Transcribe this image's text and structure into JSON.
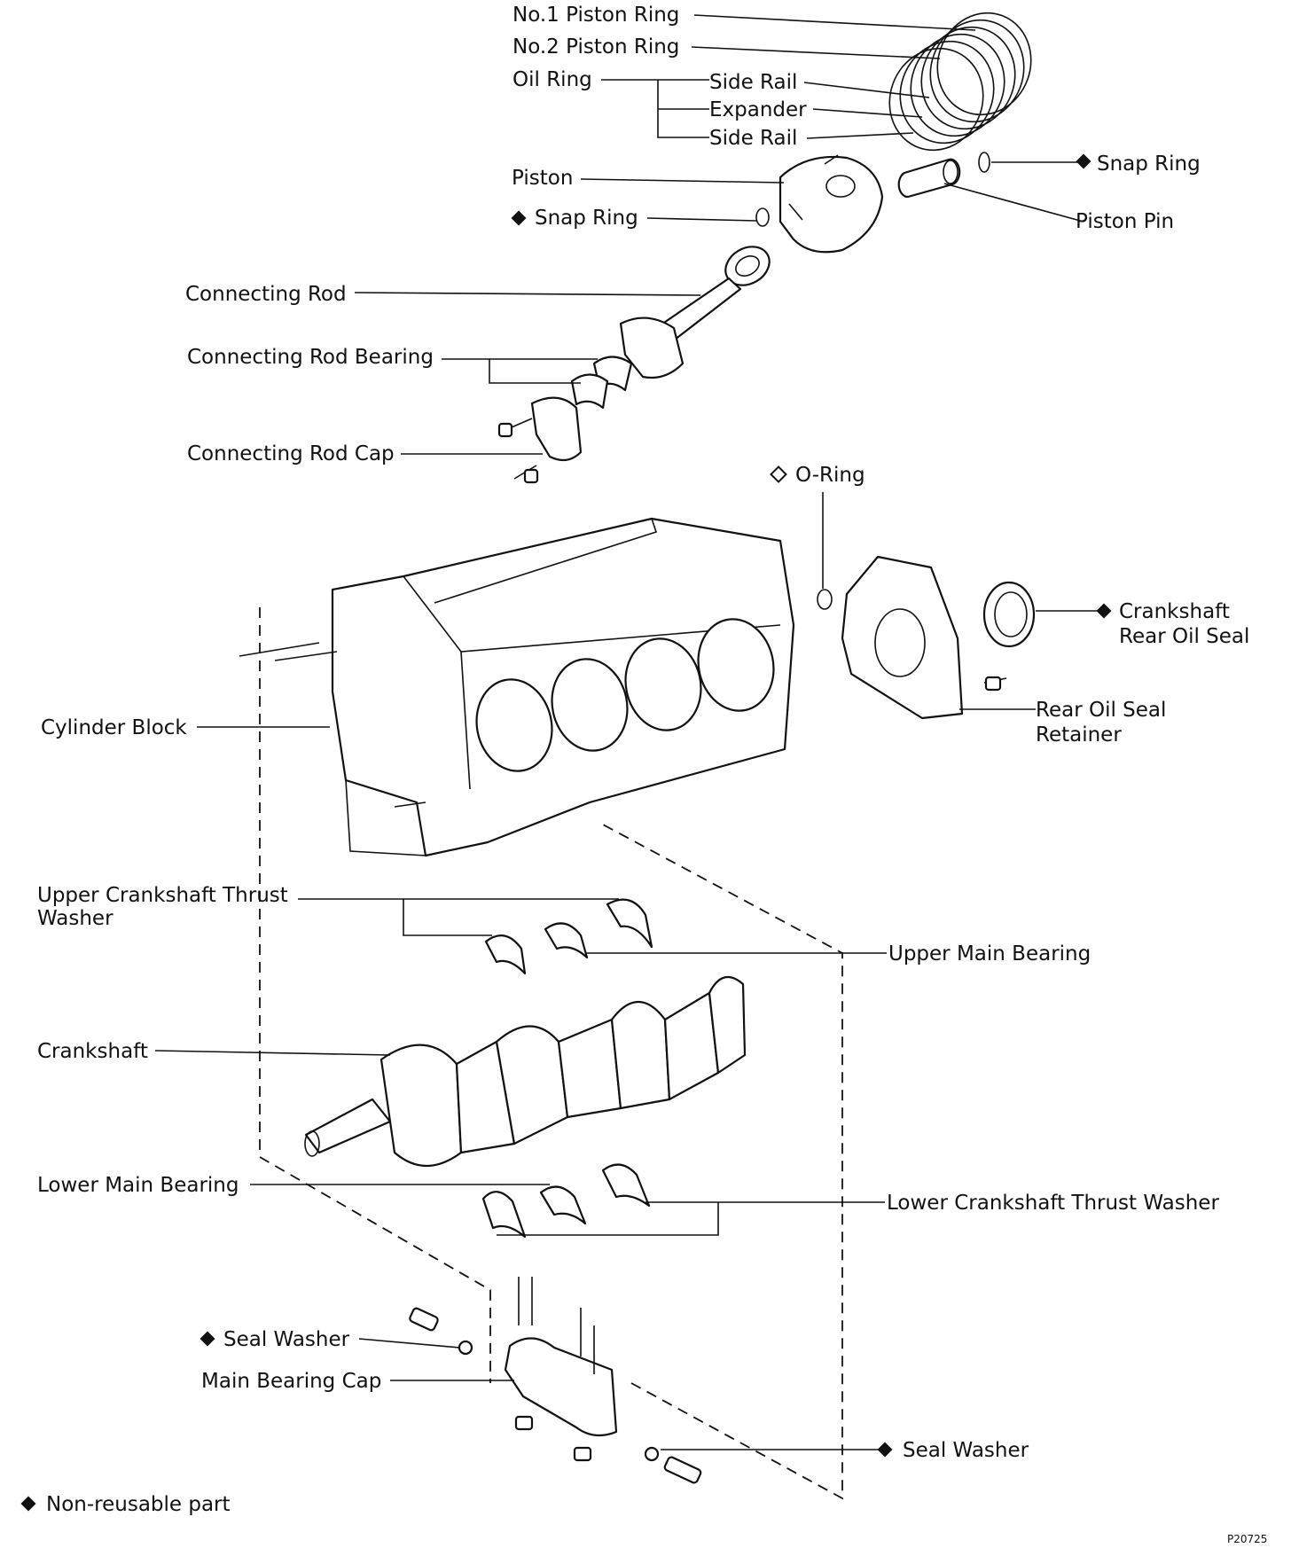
{
  "labels": {
    "no1_piston_ring": "No.1 Piston Ring",
    "no2_piston_ring": "No.2 Piston Ring",
    "oil_ring": "Oil Ring",
    "side_rail_top": "Side Rail",
    "expander": "Expander",
    "side_rail_bottom": "Side Rail",
    "piston": "Piston",
    "snap_ring_right": "Snap Ring",
    "snap_ring_left": "Snap Ring",
    "piston_pin": "Piston Pin",
    "connecting_rod": "Connecting Rod",
    "connecting_rod_bearing": "Connecting Rod Bearing",
    "connecting_rod_cap": "Connecting Rod Cap",
    "o_ring": "O-Ring",
    "crankshaft_rear_oil_seal_1": "Crankshaft",
    "crankshaft_rear_oil_seal_2": "Rear Oil Seal",
    "rear_oil_seal_retainer_1": "Rear Oil Seal",
    "rear_oil_seal_retainer_2": "Retainer",
    "cylinder_block": "Cylinder Block",
    "upper_thrust_washer_1": "Upper Crankshaft Thrust",
    "upper_thrust_washer_2": "Washer",
    "upper_main_bearing": "Upper Main Bearing",
    "crankshaft": "Crankshaft",
    "lower_main_bearing": "Lower Main Bearing",
    "lower_thrust_washer": "Lower Crankshaft Thrust Washer",
    "seal_washer_left": "Seal Washer",
    "main_bearing_cap": "Main Bearing Cap",
    "seal_washer_right": "Seal Washer"
  },
  "legend": {
    "text": "Non-reusable part"
  },
  "figure_code": "P20725"
}
